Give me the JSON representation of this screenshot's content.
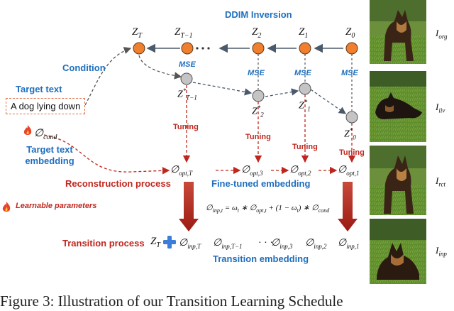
{
  "header": {
    "ddim_inversion": "DDIM Inversion"
  },
  "top_nodes": [
    "Z_T",
    "Z_{T−1}",
    "Z_2",
    "Z_1",
    "Z_0"
  ],
  "bottom_nodes": [
    "Z*_{T−1}",
    "Z*_2",
    "Z*_1",
    "Z*_0"
  ],
  "mse_label": "MSE",
  "condition_label": "Condition",
  "target_text_label": "Target text",
  "target_text_value": "A dog lying down",
  "cond_symbol": "∅cond",
  "target_text_embedding_label": "Target text embedding",
  "tuning_label": "Tuning",
  "opt_labels": [
    "∅opt,T",
    "∅opt,3",
    "∅opt,2",
    "∅opt,1"
  ],
  "reconstruction_label": "Reconstruction process",
  "finetuned_label": "Fine-tuned embedding",
  "learnable_label": "Learnable parameters",
  "formula": "∅inp,t = ωt ∗ ∅opt,t + (1 − ωt) ∗ ∅cond",
  "transition_label": "Transition process",
  "transition_zt": "ZT",
  "inp_labels": [
    "∅inp,T",
    "∅inp,T−1",
    "∅inp,3",
    "∅inp,2",
    "∅inp,1"
  ],
  "transition_embedding_label": "Transition embedding",
  "image_labels": [
    "I_org",
    "I_iiv",
    "I_rct",
    "I_inp"
  ],
  "caption": "Figure 3: Illustration of our Transition Learning Schedule",
  "colors": {
    "orange_node": "#f07f2e",
    "gray_node": "#c4c4c4",
    "blue_text": "#1f6fbf",
    "red_text": "#c0261e",
    "dark_red_arrow": "#b22222",
    "plus": "#3b7dd8"
  }
}
